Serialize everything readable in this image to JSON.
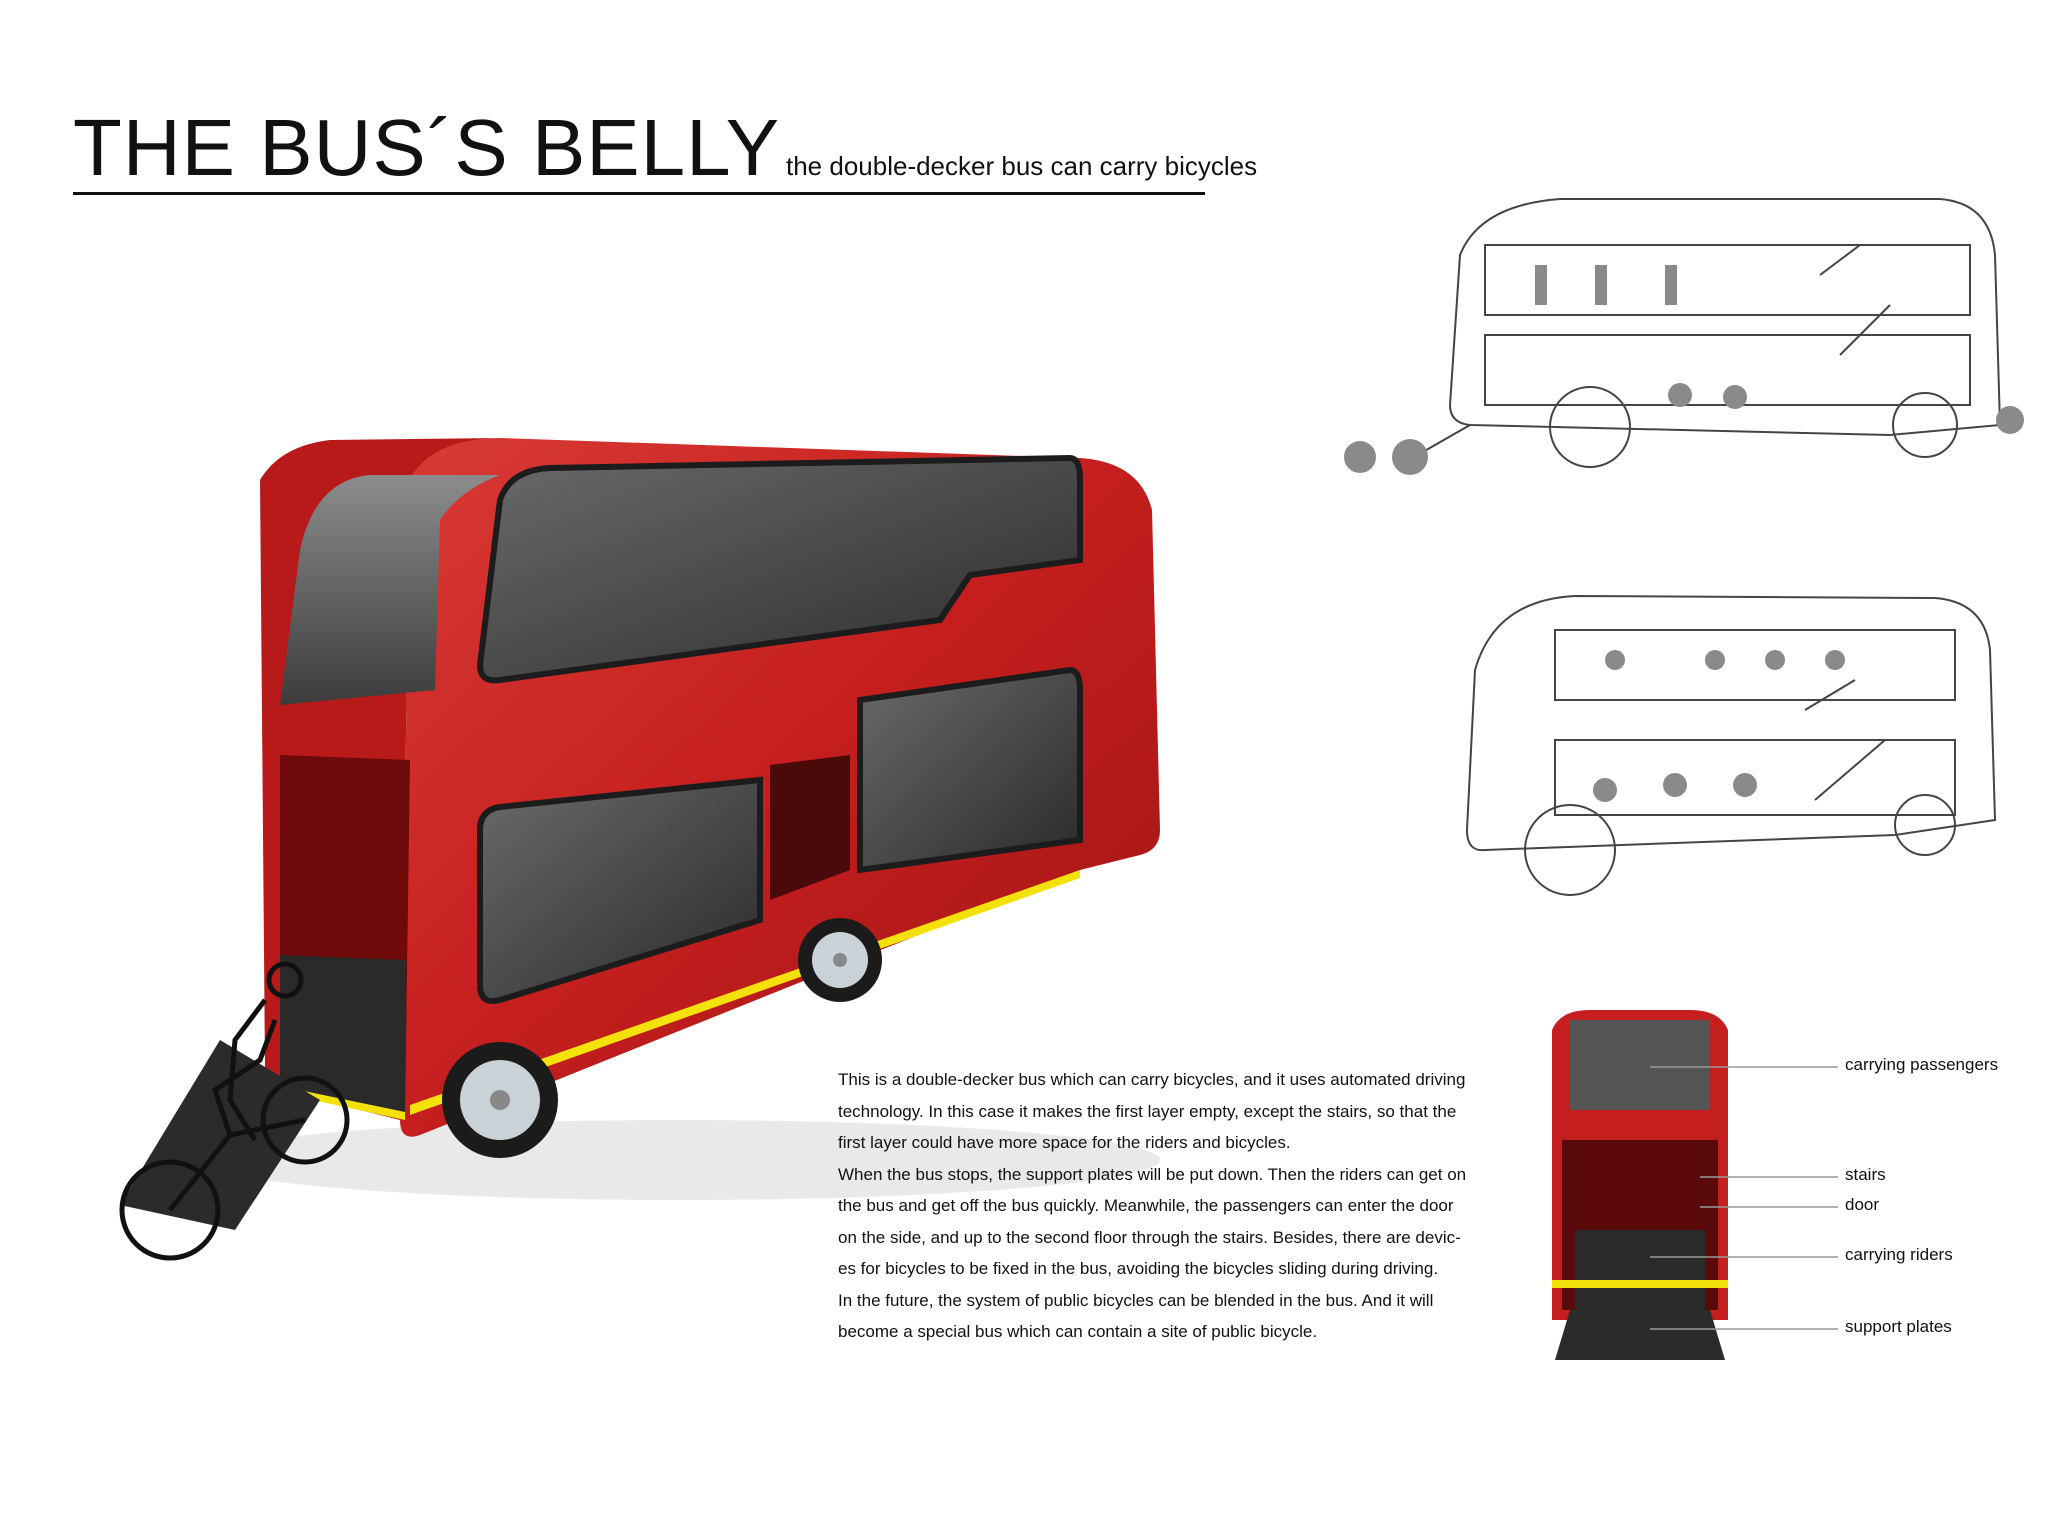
{
  "header": {
    "title": "THE BUS´S BELLY",
    "subtitle": "the double-decker bus can carry bicycles"
  },
  "description": {
    "lines": [
      "This is a double-decker bus which can carry bicycles, and it uses automated driving",
      "technology. In this case it makes the first layer empty, except the stairs, so that the",
      "first layer could have more space for the riders and bicycles.",
      "When the bus stops, the support plates will be put down. Then the riders can get on",
      "the bus and get off the bus quickly. Meanwhile, the passengers can enter the door",
      "on the side, and up to the second floor through the stairs. Besides, there are devic-",
      "es for bicycles to be fixed in the bus, avoiding the bicycles sliding during driving.",
      "In the future, the system of public bicycles can be blended in the bus. And it will",
      "become a special bus which can contain a site of public bicycle."
    ]
  },
  "callouts": {
    "carrying_passengers": "carrying passengers",
    "stairs": "stairs",
    "door": "door",
    "carrying_riders": "carrying riders",
    "support_plates": "support plates"
  },
  "colors": {
    "bus_red": "#c41e1e",
    "stripe_yellow": "#f5e10a",
    "window_dark": "#3a3a3a",
    "line_gray": "#444444"
  }
}
